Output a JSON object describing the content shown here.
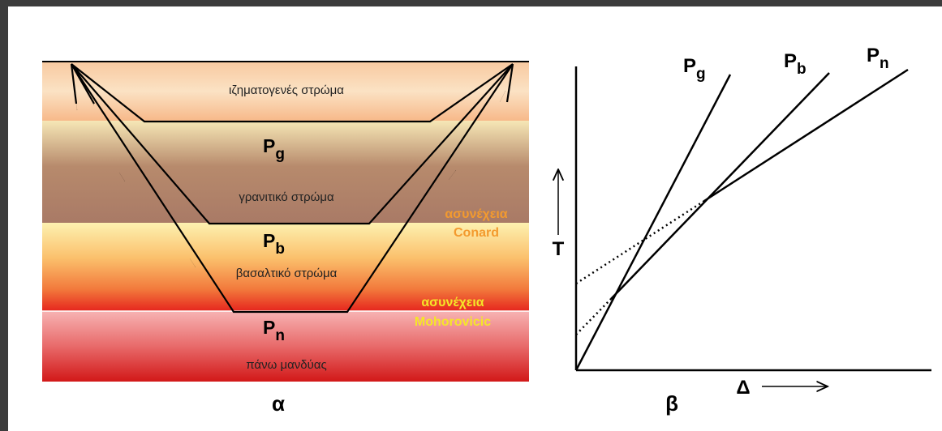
{
  "panel_a": {
    "caption": "α",
    "layers": {
      "sedimentary": "ιζηματογενές στρώμα",
      "granitic": "γρανιτικό στρώμα",
      "basaltic": "βασαλτικό στρώμα",
      "mantle": "πάνω μανδύας"
    },
    "discontinuities": {
      "conrad_line1": "ασυνέχεια",
      "conrad_line2": "Conard",
      "moho_line1": "ασυνέχεια",
      "moho_line2": "Mohorovicic"
    },
    "waves": {
      "g": {
        "main": "P",
        "sub": "g"
      },
      "b": {
        "main": "P",
        "sub": "b"
      },
      "n": {
        "main": "P",
        "sub": "n"
      }
    }
  },
  "panel_b": {
    "caption": "β",
    "y_axis_label": "T",
    "x_axis_label": "Δ",
    "lines": {
      "g": {
        "main": "P",
        "sub": "g"
      },
      "b": {
        "main": "P",
        "sub": "b"
      },
      "n": {
        "main": "P",
        "sub": "n"
      }
    }
  },
  "colors": {
    "frame": "#3c3c3c",
    "conrad_text": "#f39a2e",
    "moho_text": "#f5e628"
  }
}
